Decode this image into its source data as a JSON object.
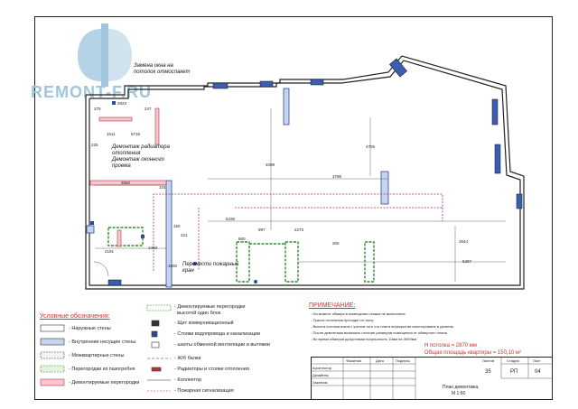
{
  "brand": {
    "logo_text": "REMONT-F.RU",
    "logo_color": "#9fc6dc"
  },
  "plan_labels": {
    "window": "Замена окна на\nпотолок отмоспакет",
    "radiator": "Демонтаж радиатора\nотопления\nДемонтаж оконного\nпроема",
    "crane": "Перенести пожарный\nкран"
  },
  "dimensions": {
    "d275": "275",
    "d2823": "2823",
    "d247": "247",
    "d5716": "5716",
    "d1511": "1511",
    "d225": "225",
    "d3550": "3550",
    "d104": "104",
    "d4099": "4099",
    "d3796": "3796",
    "d4705": "4705",
    "d5436": "5436",
    "d2273": "2273",
    "d997": "997",
    "d860": "860",
    "d300": "300",
    "d3644": "3644",
    "d2191": "2191",
    "d1403": "1403",
    "d1800": "1800",
    "d5287": "5287",
    "d160": "160",
    "d221": "221"
  },
  "legend": {
    "title": "Условные обозначения:",
    "left": [
      "- Наружные стены",
      "- Внутренние несущие стены",
      "- Межквартирные стены",
      "- Перегородки из пазогребня",
      "- Демонтируемые перегородки"
    ],
    "right": [
      "- Демонтируемые перегородки\n  высотой один блок",
      "- Щит коммуникационный",
      "- Стояки водопровода и канализации",
      "- шахты обменной вентиляции и вытяжки",
      "- Ж/б балки",
      "- Радиаторы и стояки отопления",
      "- Коллектор",
      "- Пожарная сигнализация"
    ]
  },
  "notes": {
    "title": "ПРИМЕЧАНИЕ:",
    "lines": [
      "- На момент обмера в помещении стяжка не выполнена.",
      "- Трасса отопления проходит по полу.",
      "- Высота потолка взята с учетом того что плита перекрытия смонтирована в уровень.",
      "- После демонтажа возможно отличие размеров помещения от обмерного плана.",
      "- Во время обмеров допустимая погрешность 10мм на 3000мм"
    ],
    "height": "H потолка = 2870 мм",
    "area": "Общая площадь квартиры = 150,10 м²"
  },
  "stamp": {
    "head": [
      "Стадия",
      "Лист",
      "Листов"
    ],
    "values": [
      "РП",
      "04",
      "35"
    ],
    "cols": [
      "Фамилия",
      "Дата",
      "Подпись"
    ],
    "roles": [
      "Архитектор",
      "Дизайнер",
      "Заказчик"
    ],
    "title": "План демонтажа.",
    "scale": "М 1:60"
  }
}
